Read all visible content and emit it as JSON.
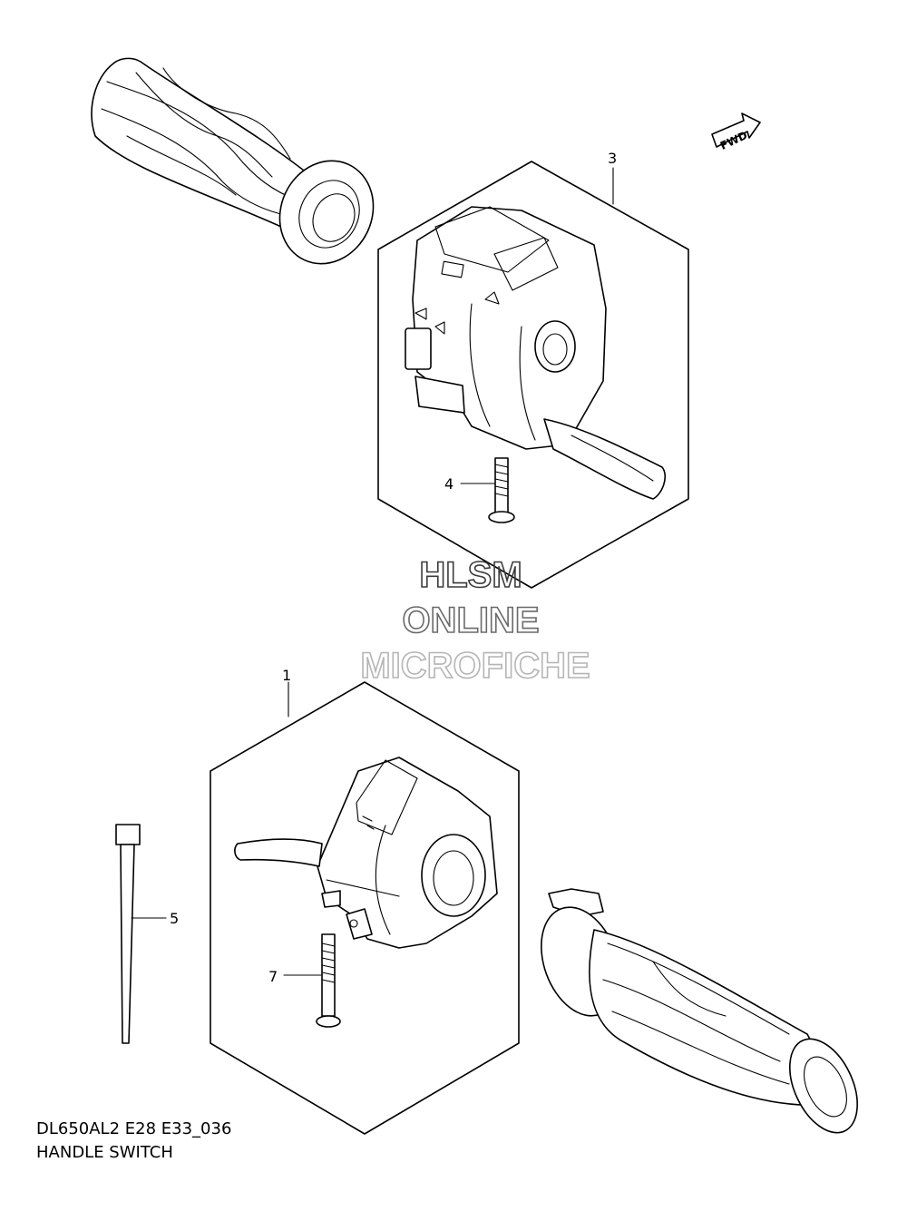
{
  "diagram": {
    "model_code": "DL650AL2 E28 E33_036",
    "title": "HANDLE SWITCH",
    "fwd_label": "FWD",
    "watermark": [
      "HLSM",
      "ONLINE",
      "MICROFICHE"
    ],
    "callouts": [
      "3",
      "4",
      "1",
      "5",
      "7"
    ],
    "colors": {
      "line": "#000000",
      "background": "#ffffff",
      "watermark_dark": "#3a3a3a",
      "watermark_mid": "#6a6a6a",
      "watermark_light": "#b5b5b5"
    }
  },
  "parts": [
    {
      "ref": "1",
      "name": "handle-switch-left-assembly"
    },
    {
      "ref": "3",
      "name": "handle-switch-right-assembly"
    },
    {
      "ref": "4",
      "name": "screw"
    },
    {
      "ref": "5",
      "name": "cable-tie"
    },
    {
      "ref": "7",
      "name": "screw"
    }
  ]
}
